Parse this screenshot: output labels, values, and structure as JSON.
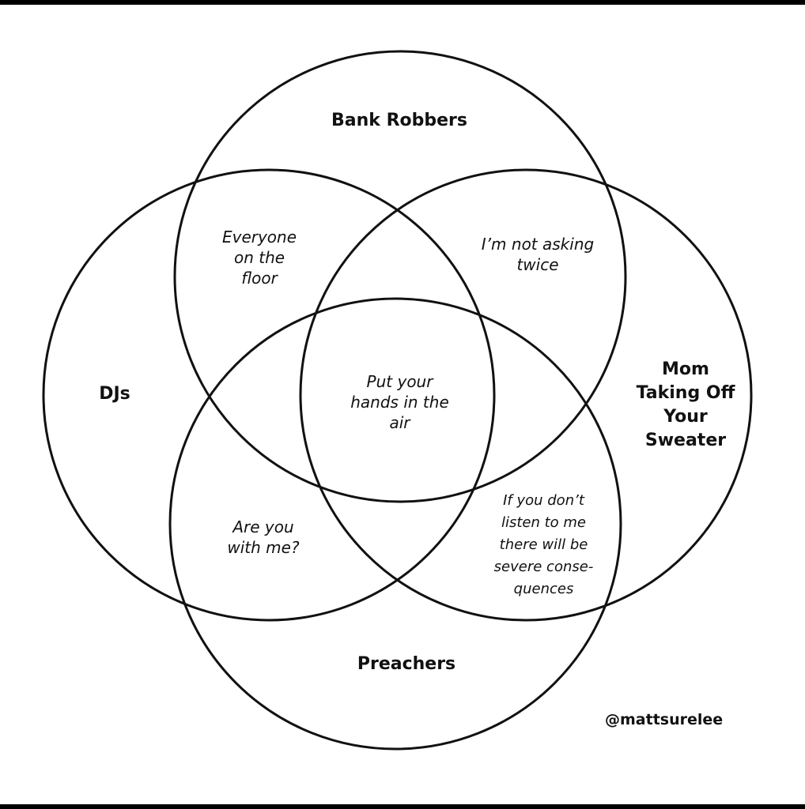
{
  "sets": {
    "bank_robbers": "Bank Robbers",
    "djs": "DJs",
    "mom": "Mom\nTaking Off\nYour\nSweater",
    "preachers": "Preachers"
  },
  "regions": {
    "djs_bank": "Everyone\non the\nfloor",
    "bank_mom": "I’m not asking\ntwice",
    "center": "Put your\nhands in the\nair",
    "djs_preachers": "Are you\nwith me?",
    "mom_preachers": "If you don’t\nlisten to me\nthere will be\nsevere conse-\nquences"
  },
  "credit": "@mattsurelee"
}
